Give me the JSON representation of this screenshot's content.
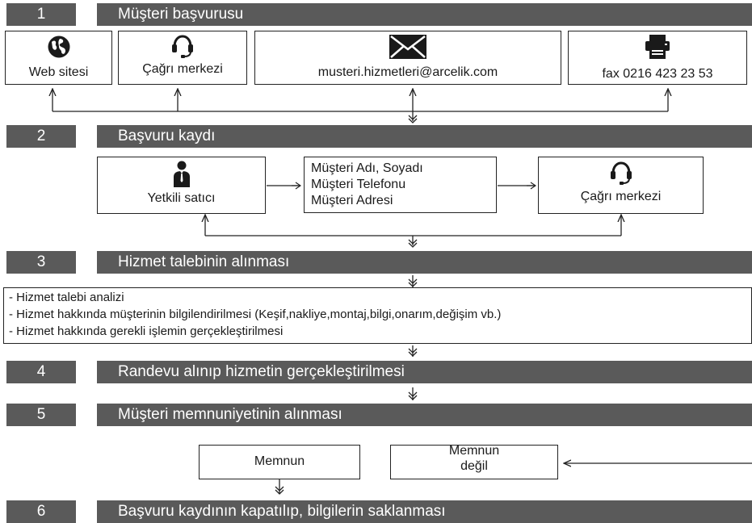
{
  "steps": [
    {
      "num": "1",
      "title": "Müşteri başvurusu"
    },
    {
      "num": "2",
      "title": "Başvuru kaydı"
    },
    {
      "num": "3",
      "title": "Hizmet talebinin alınması"
    },
    {
      "num": "4",
      "title": "Randevu alınıp hizmetin gerçekleştirilmesi"
    },
    {
      "num": "5",
      "title": "Müşteri memnuniyetinin alınması"
    },
    {
      "num": "6",
      "title": "Başvuru kaydının kapatılıp, bilgilerin saklanması"
    }
  ],
  "channels": {
    "web": "Web sitesi",
    "call": "Çağrı merkezi",
    "email": "musteri.hizmetleri@arcelik.com",
    "fax": "fax 0216 423 23 53"
  },
  "registration": {
    "dealer": "Yetkili satıcı",
    "info": [
      "Müşteri Adı, Soyadı",
      "Müşteri Telefonu",
      "Müşteri Adresi"
    ],
    "call": "Çağrı merkezi"
  },
  "service": [
    "- Hizmet talebi analizi",
    "- Hizmet hakkında müşterinin bilgilendirilmesi (Keşif,nakliye,montaj,bilgi,onarım,değişim vb.)",
    "- Hizmet hakkında gerekli işlemin gerçekleştirilmesi"
  ],
  "satisfaction": {
    "satisfied": "Memnun",
    "not_satisfied_1": "Memnun",
    "not_satisfied_2": "değil"
  },
  "colors": {
    "bar": "#5a5a5a",
    "bar_text": "#ffffff",
    "line": "#222222"
  }
}
